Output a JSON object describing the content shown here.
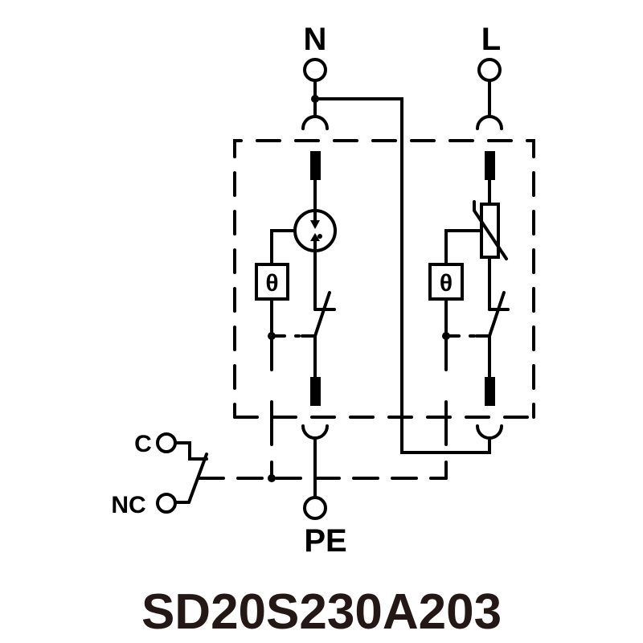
{
  "diagram": {
    "title": "SD20S230A203",
    "terminals": {
      "neutral": "N",
      "line": "L",
      "protective_earth": "PE",
      "common": "C",
      "normally_closed": "NC"
    },
    "thermal_symbol": "θ",
    "components": {
      "neutral_path": [
        "fuse",
        "gas-discharge-tube",
        "thermal-disconnect-switch",
        "fuse"
      ],
      "line_path": [
        "fuse",
        "varistor",
        "thermal-disconnect-switch",
        "fuse"
      ],
      "remote_signal": "C/NC changeover contact"
    },
    "colors": {
      "line": "#000000",
      "title": "#231815",
      "background": "#ffffff"
    }
  }
}
